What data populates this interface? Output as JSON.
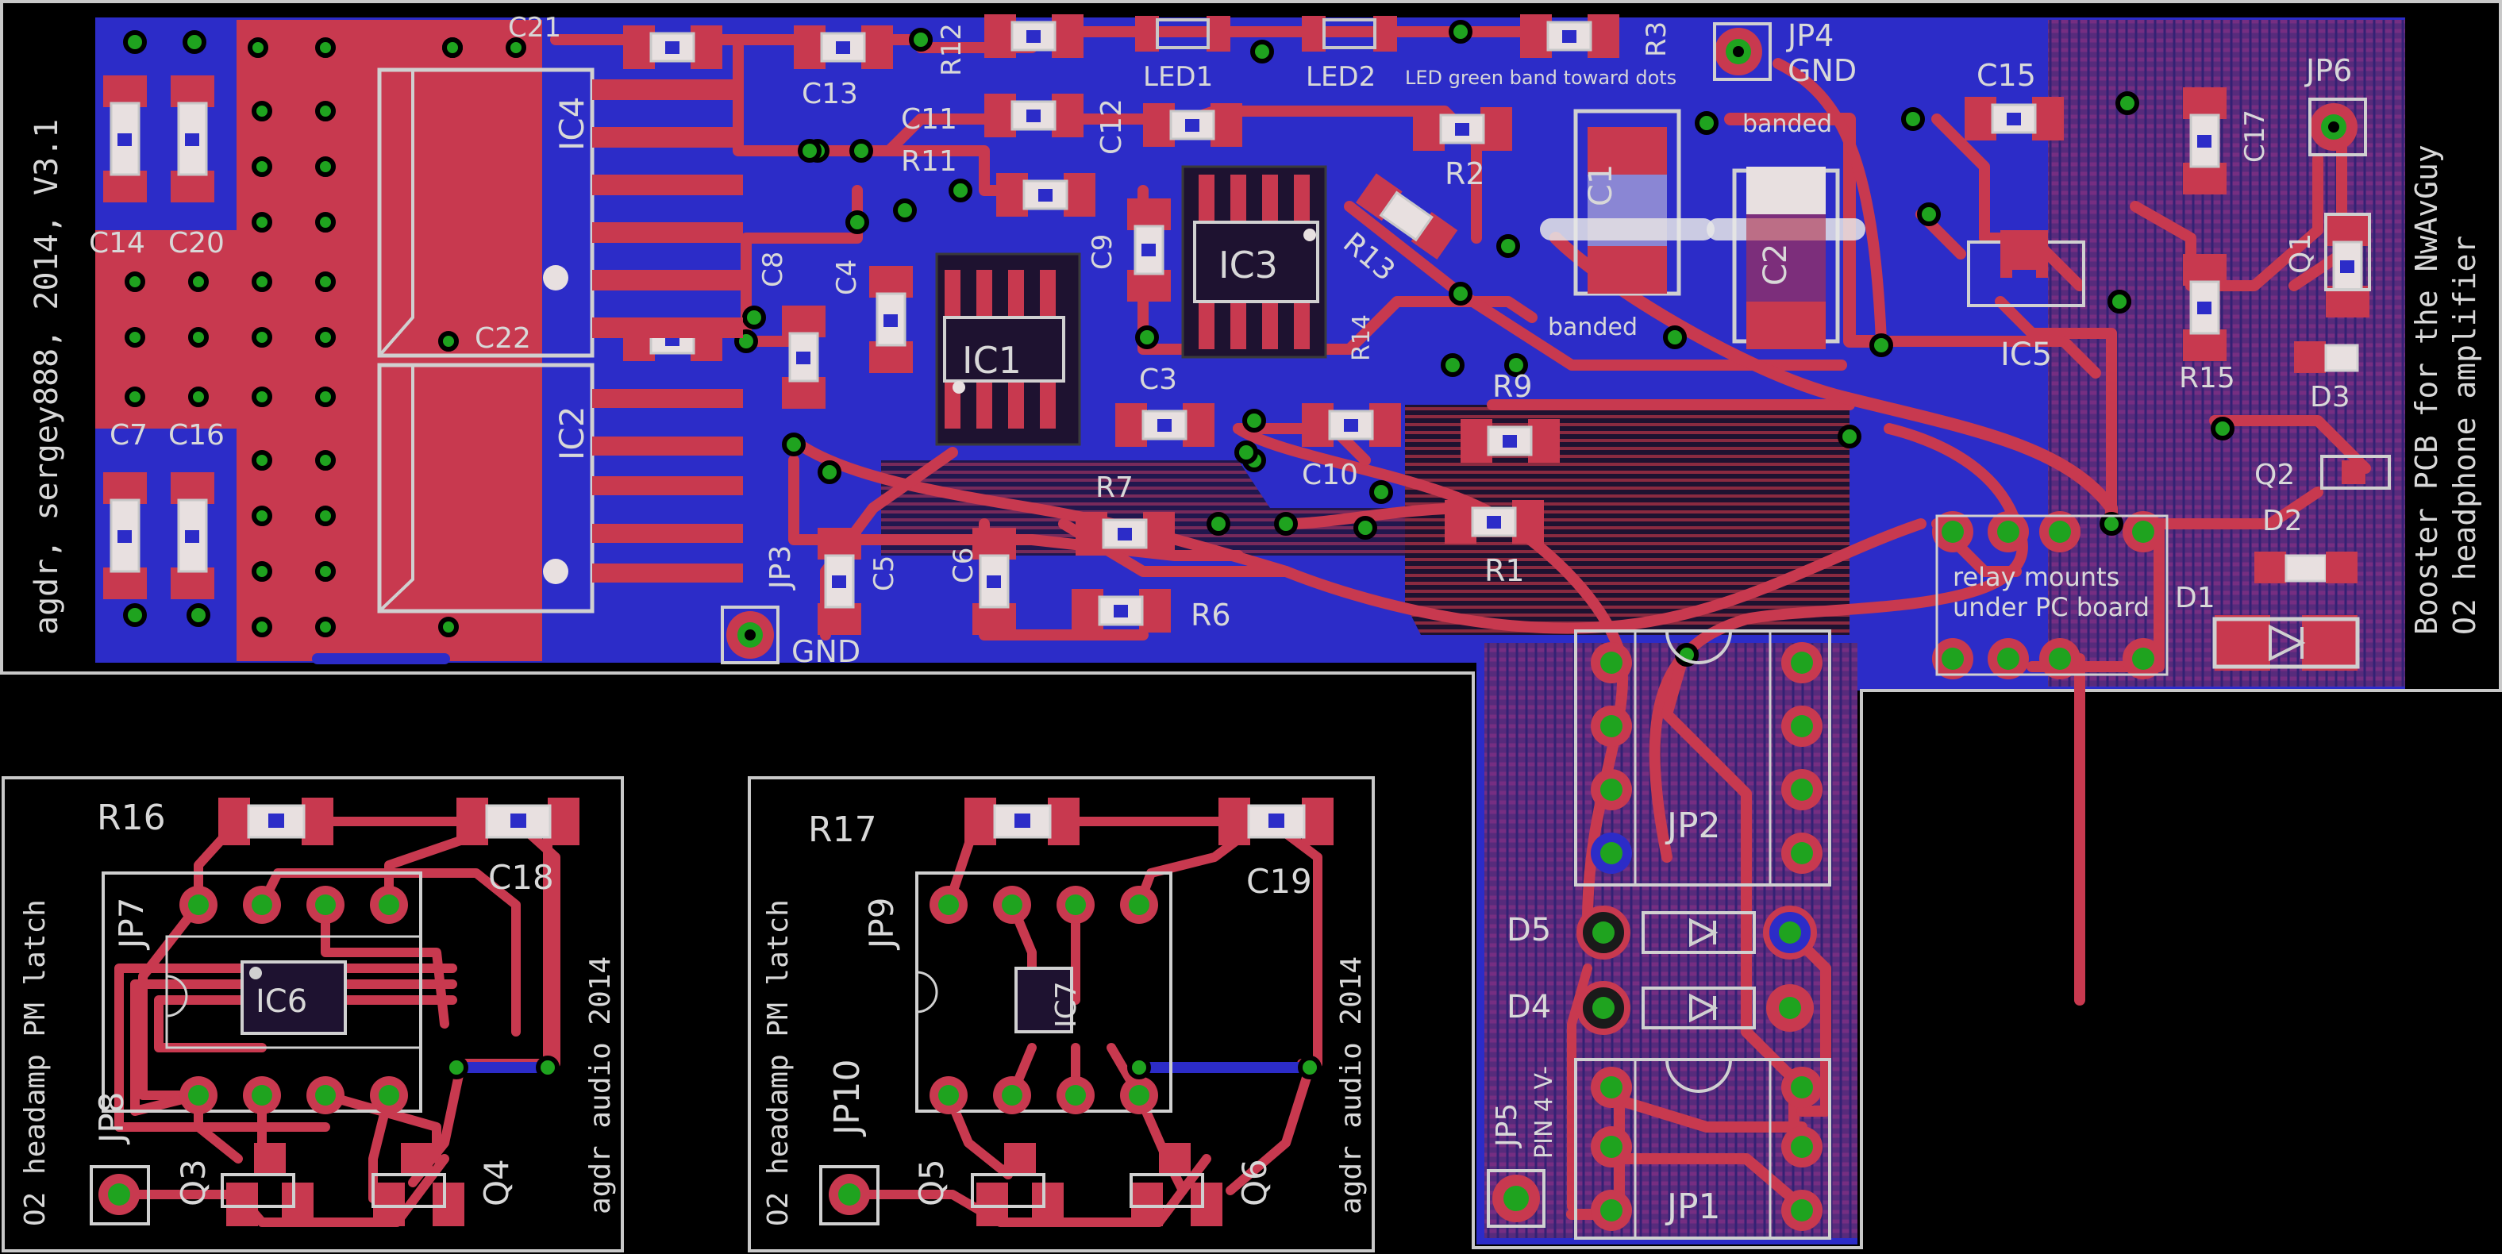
{
  "board": {
    "credit": "agdr, sergey888, 2014, V3.1",
    "title_line1": "Booster PCB for the NwAvGuy",
    "title_line2": "O2 headphone amplifier",
    "notes": {
      "led_note": "LED green band toward dots",
      "relay_line1": "relay mounts",
      "relay_line2": "under PC board",
      "banded_top": "banded",
      "banded_bottom": "banded",
      "jp5_pin": "PIN 4 V-"
    },
    "colors": {
      "top_copper": "#c8394f",
      "bottom_copper": "#2c2cc8",
      "via": "#1fa31f",
      "silkscreen": "#d0d0d0",
      "background": "#000000"
    }
  },
  "components": {
    "C21": "C21",
    "C13": "C13",
    "R12": "R12",
    "LED1": "LED1",
    "LED2": "LED2",
    "R3": "R3",
    "JP4": "JP4",
    "GND_TOP": "GND",
    "C15": "C15",
    "JP6": "JP6",
    "C17": "C17",
    "Q1": "Q1",
    "C11": "C11",
    "C12": "C12",
    "R11": "R11",
    "R2": "R2",
    "C1": "C1",
    "C2": "C2",
    "R13": "R13",
    "IC3": "IC3",
    "C9": "C9",
    "IC4": "IC4",
    "C14": "C14",
    "C20": "C20",
    "C8": "C8",
    "C4": "C4",
    "IC1": "IC1",
    "C3": "C3",
    "C22": "C22",
    "IC5": "IC5",
    "R15": "R15",
    "D3": "D3",
    "R9": "R9",
    "IC2": "IC2",
    "C7": "C7",
    "C16": "C16",
    "R14": "R14",
    "R7": "R7",
    "C10": "C10",
    "Q2": "Q2",
    "D2": "D2",
    "D1": "D1",
    "R1": "R1",
    "JP3": "JP3",
    "C5": "C5",
    "C6": "C6",
    "R6": "R6",
    "GND_BOT": "GND",
    "JP2": "JP2",
    "D5": "D5",
    "D4": "D4",
    "JP5": "JP5",
    "JP1": "JP1"
  },
  "latch_left": {
    "R16": "R16",
    "C18": "C18",
    "JP7": "JP7",
    "IC6": "IC6",
    "JP8": "JP8",
    "Q3": "Q3",
    "Q4": "Q4",
    "side_text": "O2 headamp PM latch",
    "year_text": "agdr audio 2014"
  },
  "latch_right": {
    "R17": "R17",
    "C19": "C19",
    "JP9": "JP9",
    "IC7": "IC7",
    "JP10": "JP10",
    "Q5": "Q5",
    "Q6": "Q6",
    "side_text": "O2 headamp PM latch",
    "year_text": "agdr audio 2014"
  }
}
